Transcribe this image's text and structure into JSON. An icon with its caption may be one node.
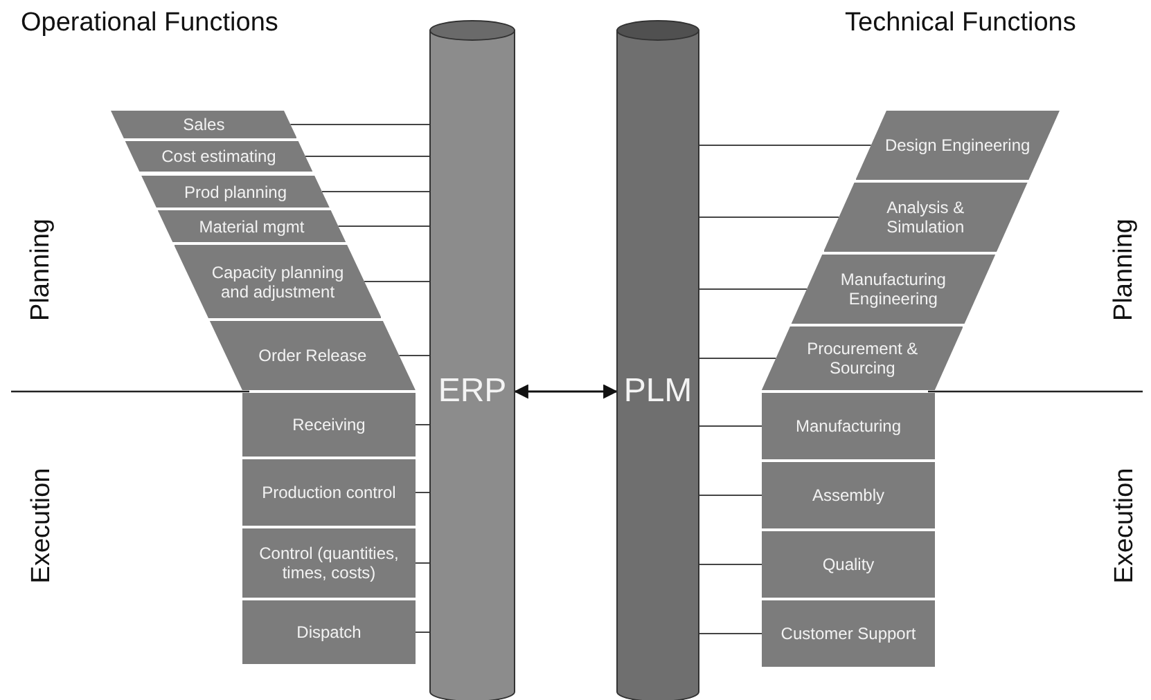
{
  "diagram": {
    "nodes": [
      {
        "text": [
          "Sales"
        ]
      },
      {
        "text": [
          "Cost estimating"
        ]
      },
      {
        "text": [
          "Prod planning"
        ]
      },
      {
        "text": [
          "Material mgmt"
        ]
      },
      {
        "text": [
          "Capacity planning and adjustment"
        ]
      },
      {
        "text": [
          "Order Release"
        ]
      },
      {
        "text": [
          "Receiving"
        ]
      },
      {
        "text": [
          "Production control"
        ]
      },
      {
        "text": [
          "Control (quantities, times, costs)"
        ]
      },
      {
        "text": [
          "Dispatch"
        ]
      },
      {
        "text": [
          "ERP"
        ]
      },
      {
        "text": [
          "PLM"
        ]
      },
      {
        "text": [
          "Design Engineering"
        ]
      },
      {
        "text": [
          "Analysis & Simulation"
        ]
      },
      {
        "text": [
          "Manufacturing Engineering"
        ]
      },
      {
        "text": [
          "Procurement & Sourcing"
        ]
      },
      {
        "text": [
          "Manufacturing"
        ]
      },
      {
        "text": [
          "Assembly"
        ]
      },
      {
        "text": [
          "Quality"
        ]
      },
      {
        "text": [
          "Customer Support"
        ]
      }
    ],
    "edges": [
      {
        "from": 0,
        "to": 10,
        "arrow": "none"
      },
      {
        "from": 1,
        "to": 10,
        "arrow": "none"
      },
      {
        "from": 2,
        "to": 10,
        "arrow": "none"
      },
      {
        "from": 3,
        "to": 10,
        "arrow": "none"
      },
      {
        "from": 4,
        "to": 10,
        "arrow": "none"
      },
      {
        "from": 5,
        "to": 10,
        "arrow": "none"
      },
      {
        "from": 6,
        "to": 10,
        "arrow": "none"
      },
      {
        "from": 7,
        "to": 10,
        "arrow": "none"
      },
      {
        "from": 8,
        "to": 10,
        "arrow": "none"
      },
      {
        "from": 9,
        "to": 10,
        "arrow": "none"
      },
      {
        "from": 10,
        "to": 11,
        "arrow": "both"
      },
      {
        "from": 11,
        "to": 12,
        "arrow": "none"
      },
      {
        "from": 11,
        "to": 13,
        "arrow": "none"
      },
      {
        "from": 11,
        "to": 14,
        "arrow": "none"
      },
      {
        "from": 11,
        "to": 15,
        "arrow": "none"
      },
      {
        "from": 11,
        "to": 16,
        "arrow": "none"
      },
      {
        "from": 11,
        "to": 17,
        "arrow": "none"
      },
      {
        "from": 11,
        "to": 18,
        "arrow": "none"
      },
      {
        "from": 11,
        "to": 19,
        "arrow": "none"
      }
    ],
    "labels": [
      "Operational Functions",
      "Technical Functions",
      "Planning",
      "Planning",
      "Execution",
      "Execution"
    ]
  }
}
